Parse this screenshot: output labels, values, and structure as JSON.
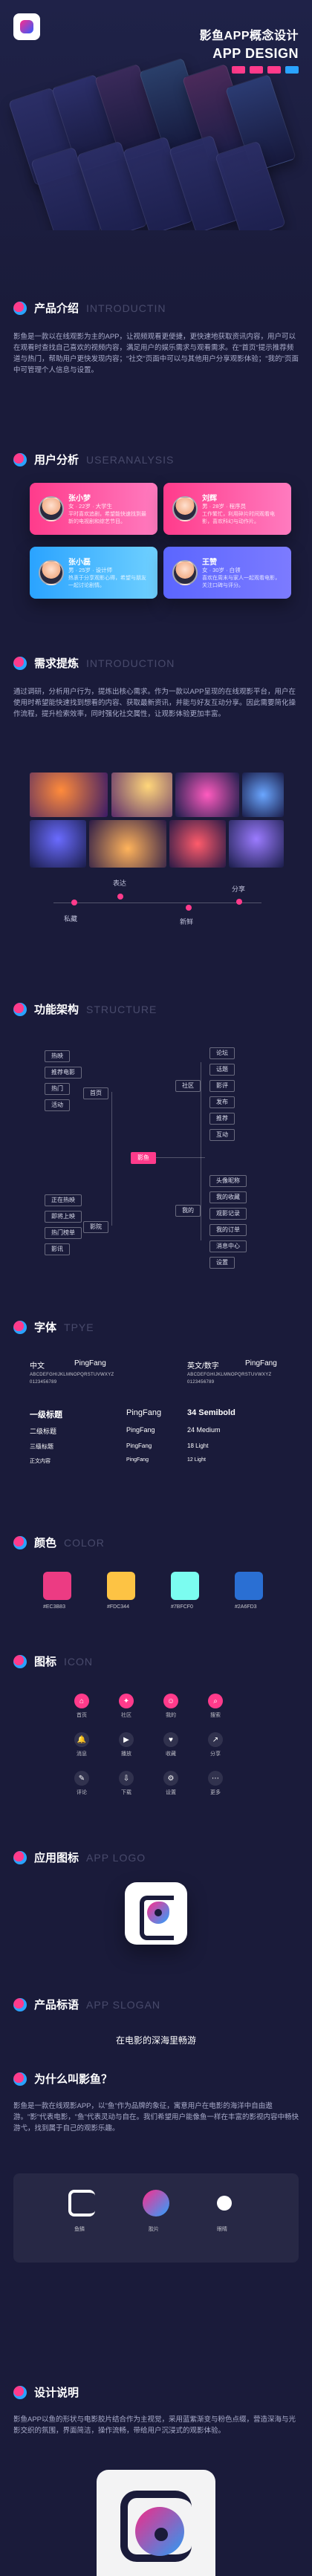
{
  "hero": {
    "title_cn": "影鱼APP概念设计",
    "title_en": "APP DESIGN",
    "swatches": [
      "#ff3b8b",
      "#ff3b8b",
      "#ff3b8b",
      "#2aa3ff"
    ]
  },
  "sections": {
    "intro": {
      "title": "产品介绍",
      "en": "INTRODUCTIN",
      "text": "影鱼是一款以在线观影为主的APP，让视频观看更便捷，更快速地获取资讯内容，用户可以在观看时查找自己喜欢的视频内容，满足用户的娱乐需求与观看需求。在\"首页\"提示推荐频道与热门，帮助用户更快发现内容；\"社交\"页面中可以与其他用户分享观影体验；\"我的\"页面中可管理个人信息与设置。"
    },
    "users": {
      "title": "用户分析",
      "en": "USERANALYSIS"
    },
    "needs": {
      "title": "需求提炼",
      "en": "INTRODUCTION",
      "text": "通过调研，分析用户行为，提炼出核心需求。作为一款以APP呈现的在线观影平台，用户在使用时希望能快速找到想看的内容、获取最新资讯，并能与好友互动分享。因此需要简化操作流程，提升检索效率，同时强化社交属性，让观影体验更加丰富。"
    },
    "structure": {
      "title": "功能架构",
      "en": "STRUCTURE"
    },
    "fonts": {
      "title": "字体",
      "en": "TPYE"
    },
    "colors": {
      "title": "颜色",
      "en": "COLOR"
    },
    "icons": {
      "title": "图标",
      "en": "ICON"
    },
    "appicon": {
      "title": "应用图标",
      "en": "APP LOGO"
    },
    "slogan": {
      "title": "产品标语",
      "en": "APP SLOGAN",
      "text": "在电影的深海里畅游"
    },
    "why": {
      "title": "为什么叫影鱼？",
      "text": "影鱼是一款在线观影APP，以\"鱼\"作为品牌的象征，寓意用户在电影的海洋中自由遨游。\"影\"代表电影，\"鱼\"代表灵动与自在。我们希望用户能像鱼一样在丰富的影视内容中畅快游弋，找到属于自己的观影乐趣。"
    },
    "design": {
      "title": "设计说明",
      "text": "影鱼APP以鱼的形状与电影胶片结合作为主视觉，采用蓝紫渐变与粉色点缀，营造深海与光影交织的氛围，界面简洁，操作流畅，带给用户沉浸式的观影体验。"
    }
  },
  "users": [
    {
      "name": "张小梦",
      "meta": "女 · 22岁 · 大学生",
      "desc": "平时喜欢追剧，希望能快速找到最新的电视剧和综艺节目。",
      "colors": [
        "#ff3b8b",
        "#ff6cae"
      ]
    },
    {
      "name": "刘辉",
      "meta": "男 · 28岁 · 程序员",
      "desc": "工作繁忙，利用碎片时间观看电影，喜欢科幻与动作片。",
      "colors": [
        "#ff3b8b",
        "#ff7bbf"
      ]
    },
    {
      "name": "张小磊",
      "meta": "男 · 25岁 · 设计师",
      "desc": "热衷于分享观影心得，希望与朋友一起讨论剧情。",
      "colors": [
        "#2aa3ff",
        "#6fd0ff"
      ]
    },
    {
      "name": "王赞",
      "meta": "女 · 30岁 · 白领",
      "desc": "喜欢在周末与家人一起观看电影，关注口碑与评分。",
      "colors": [
        "#5b66ff",
        "#7c7bff"
      ]
    }
  ],
  "timeline": {
    "labels": [
      "私藏",
      "表达",
      "新鲜",
      "分享"
    ]
  },
  "structure": {
    "center": "影鱼",
    "left": [
      "热映",
      "推荐电影",
      "热门",
      "活动",
      "正在热映",
      "即将上映",
      "热门榜单",
      "影讯"
    ],
    "left_groups": [
      "首页",
      "影院"
    ],
    "right_groups": [
      "社区",
      "我的"
    ],
    "right": [
      "论坛",
      "话题",
      "影评",
      "发布",
      "推荐",
      "互动",
      "头像昵称",
      "我的收藏",
      "观影记录",
      "我的订单",
      "消息中心",
      "设置"
    ]
  },
  "fonts": {
    "cn_label": "中文",
    "cn_font": "PingFang",
    "en_label": "英文/数字",
    "en_font": "PingFang",
    "alphabet": "ABCDEFGHIJKLMNOPQRSTUVWXYZ",
    "alphabet2": "0123456789",
    "rows": [
      {
        "name": "一级标题",
        "font": "PingFang"
      },
      {
        "name": "二级标题",
        "font": "PingFang"
      },
      {
        "name": "三级标题",
        "font": "PingFang"
      },
      {
        "name": "正文内容",
        "font": "PingFang"
      }
    ],
    "en_rows": [
      "34 Semibold",
      "24 Medium",
      "18 Light",
      "12 Light"
    ]
  },
  "colors": [
    {
      "hex": "#EC3B83",
      "label": "#EC3B83"
    },
    {
      "hex": "#FDC344",
      "label": "#FDC344"
    },
    {
      "hex": "#7BFCF0",
      "label": "#7BFCF0"
    },
    {
      "hex": "#2A6FD3",
      "label": "#2A6FD3"
    }
  ],
  "icons": [
    {
      "name": "home-icon",
      "label": "首页",
      "glyph": "⌂"
    },
    {
      "name": "community-icon",
      "label": "社区",
      "glyph": "✦"
    },
    {
      "name": "mine-icon",
      "label": "我的",
      "glyph": "☺"
    },
    {
      "name": "search-icon",
      "label": "搜索",
      "glyph": "⌕"
    },
    {
      "name": "bell-icon",
      "label": "消息",
      "glyph": "🔔"
    },
    {
      "name": "play-icon",
      "label": "播放",
      "glyph": "▶"
    },
    {
      "name": "heart-icon",
      "label": "收藏",
      "glyph": "♥"
    },
    {
      "name": "share-icon",
      "label": "分享",
      "glyph": "↗"
    },
    {
      "name": "comment-icon",
      "label": "评论",
      "glyph": "✎"
    },
    {
      "name": "download-icon",
      "label": "下载",
      "glyph": "⇩"
    },
    {
      "name": "settings-icon",
      "label": "设置",
      "glyph": "⚙"
    },
    {
      "name": "more-icon",
      "label": "更多",
      "glyph": "⋯"
    }
  ],
  "why_icons": [
    {
      "label": "鱼鳞"
    },
    {
      "label": "胶片"
    },
    {
      "label": "眼睛"
    }
  ]
}
